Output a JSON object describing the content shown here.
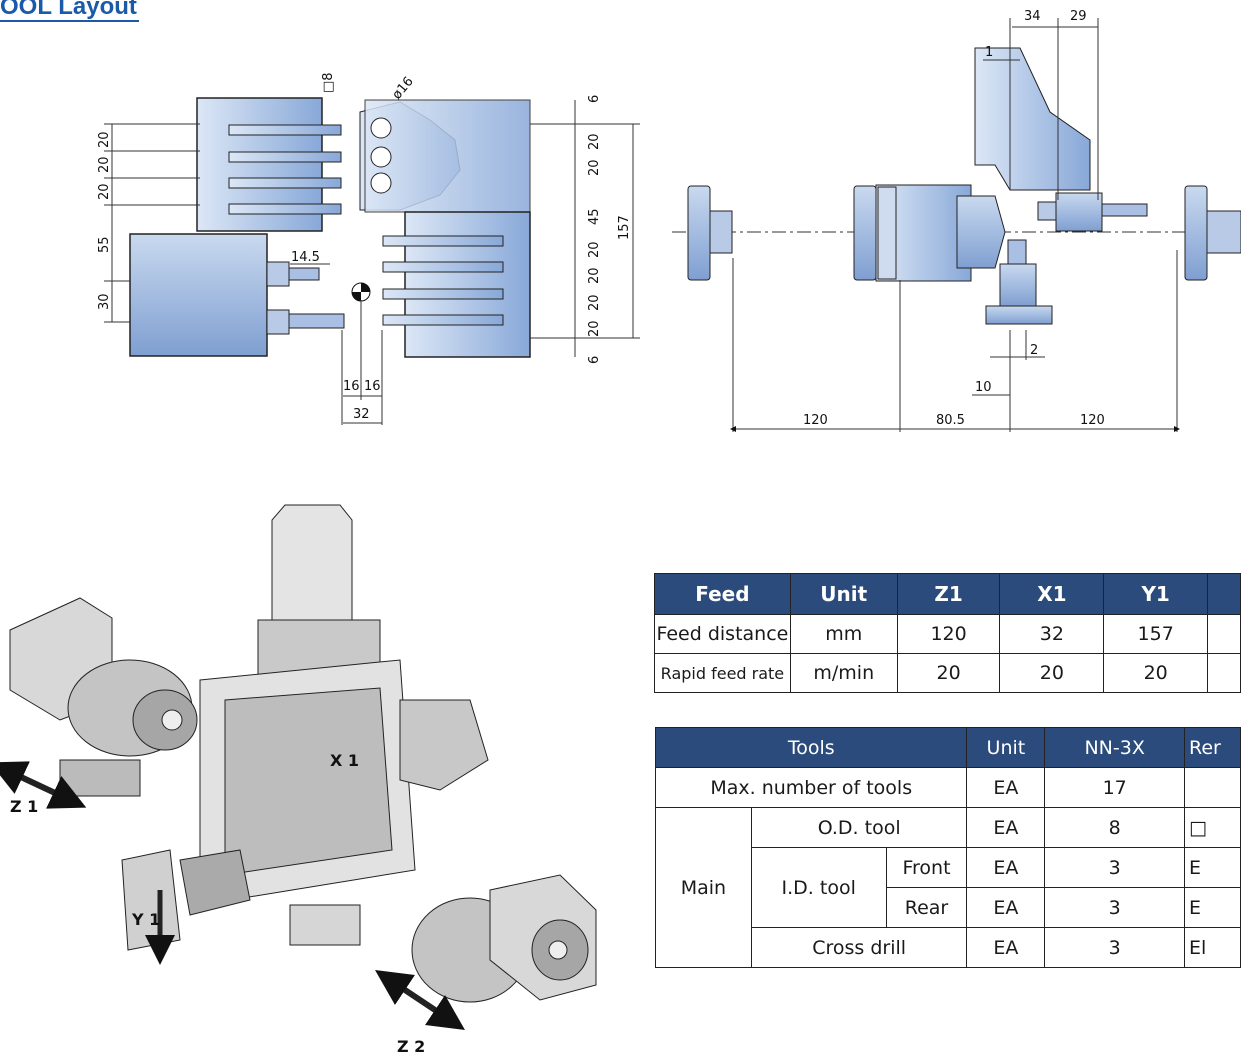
{
  "page": {
    "title": "OOL Layout"
  },
  "left_drawing": {
    "dims": [
      "□8",
      "ø16",
      "20",
      "20",
      "20",
      "55",
      "30",
      "14.5",
      "16",
      "16",
      "32",
      "6",
      "20",
      "20",
      "20",
      "45",
      "20",
      "20",
      "20",
      "6",
      "157"
    ]
  },
  "right_drawing": {
    "dims": [
      "34",
      "29",
      "1",
      "2",
      "10",
      "120",
      "80.5",
      "120"
    ]
  },
  "axis_labels": [
    "Z 1",
    "X 1",
    "Y 1",
    "Z 2"
  ],
  "feed_table": {
    "headers": [
      "Feed",
      "Unit",
      "Z1",
      "X1",
      "Y1"
    ],
    "rows": [
      [
        "Feed distance",
        "mm",
        "120",
        "32",
        "157"
      ],
      [
        "Rapid feed rate",
        "m/min",
        "20",
        "20",
        "20"
      ]
    ]
  },
  "tools_table": {
    "headers": [
      "Tools",
      "Unit",
      "NN-3X",
      "Rer"
    ],
    "max_label": "Max. number of tools",
    "max_unit": "EA",
    "max_value": "17",
    "main_label": "Main",
    "od_label": "O.D. tool",
    "od_unit": "EA",
    "od_value": "8",
    "od_remark": "□",
    "id_label": "I.D. tool",
    "front_label": "Front",
    "front_unit": "EA",
    "front_value": "3",
    "front_remark": "E",
    "rear_label": "Rear",
    "rear_unit": "EA",
    "rear_value": "3",
    "rear_remark": "E",
    "cross_label": "Cross drill",
    "cross_unit": "EA",
    "cross_value": "3",
    "cross_remark": "El"
  }
}
